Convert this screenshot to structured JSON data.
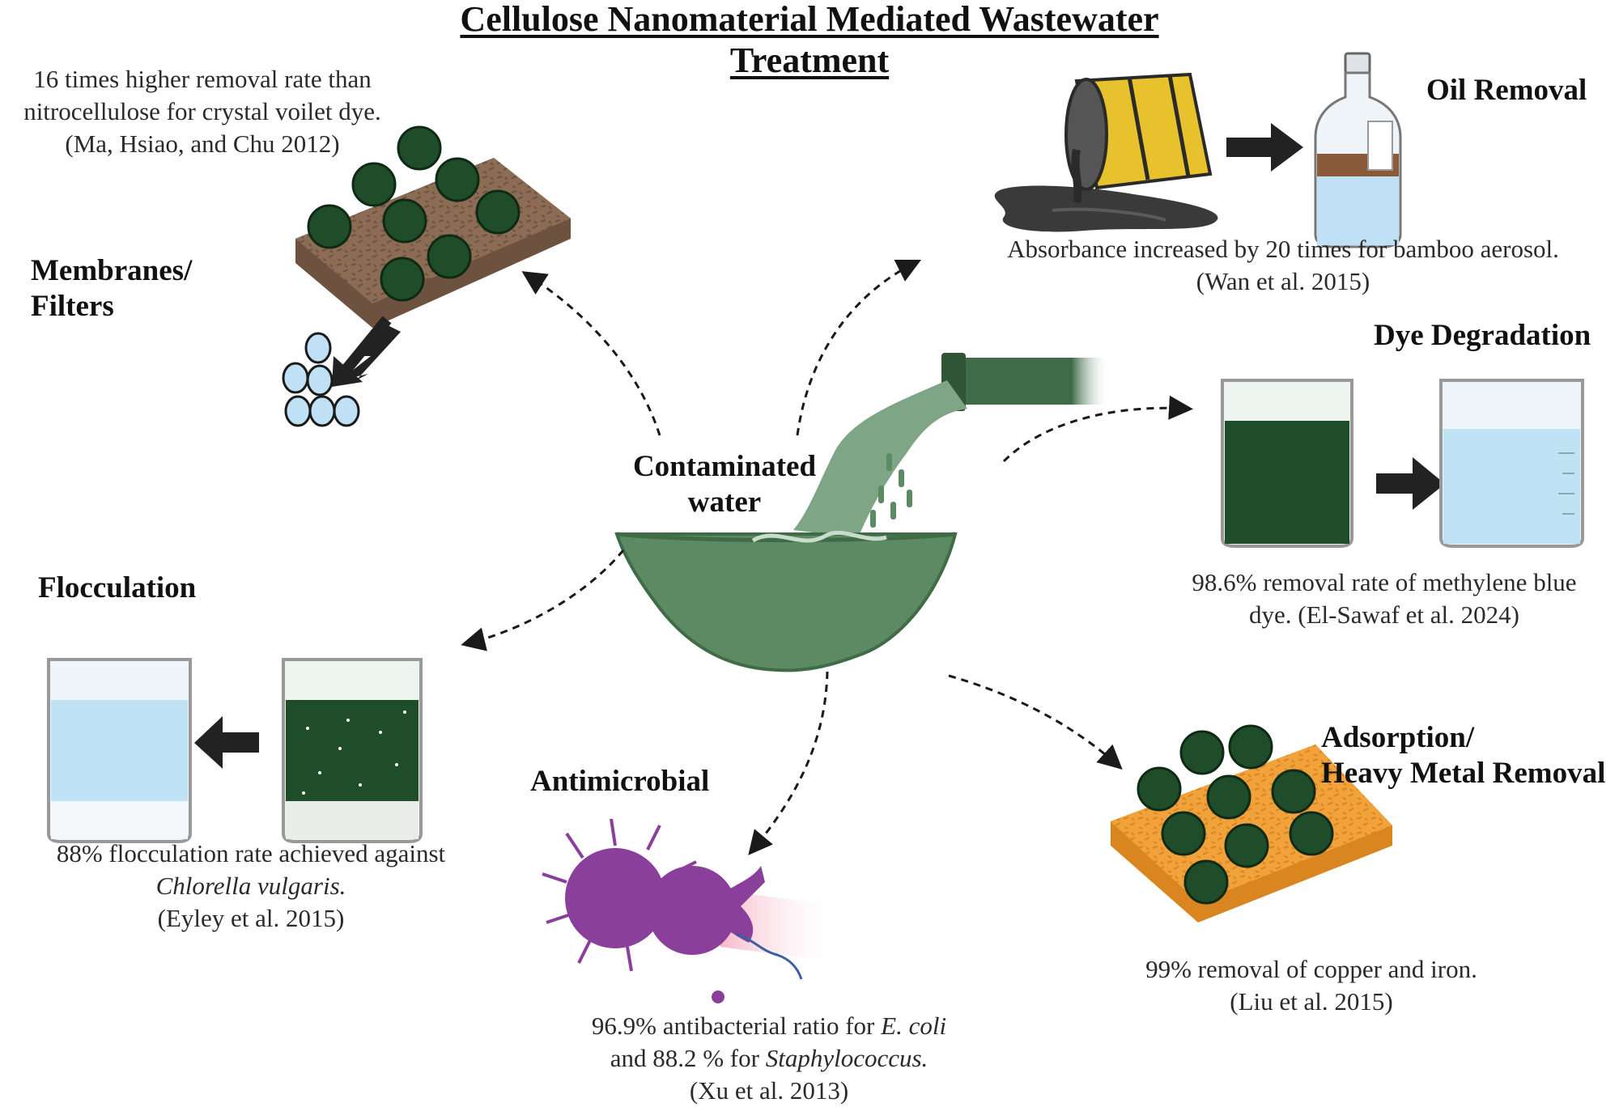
{
  "title": "Cellulose Nanomaterial Mediated Wastewater Treatment",
  "center": {
    "line1": "Contaminated",
    "line2": "water"
  },
  "membranes": {
    "label1": "Membranes/",
    "label2": "Filters",
    "note1": "16 times higher removal rate than",
    "note2": "nitrocellulose for crystal voilet dye.",
    "citation": "(Ma, Hsiao, and Chu 2012)"
  },
  "oil": {
    "label": "Oil Removal",
    "note": "Absorbance increased by 20 times for bamboo aerosol.",
    "citation": "(Wan et al. 2015)"
  },
  "dye": {
    "label": "Dye Degradation",
    "note1": "98.6% removal rate of methylene blue",
    "note2": "dye. (El-Sawaf et al. 2024)"
  },
  "flocculation": {
    "label": "Flocculation",
    "note1": "88% flocculation rate achieved against",
    "note2": "Chlorella vulgaris.",
    "citation": "(Eyley et al. 2015)"
  },
  "antimicrobial": {
    "label": "Antimicrobial",
    "note1a": "96.9% antibacterial ratio for ",
    "note1b": "E. coli",
    "note2a": "and 88.2 % for ",
    "note2b": "Staphylococcus.",
    "citation": "(Xu et al. 2013)"
  },
  "adsorption": {
    "label1": "Adsorption/",
    "label2": "Heavy Metal Removal",
    "note": "99% removal of copper and iron.",
    "citation": "(Liu et al. 2015)"
  },
  "colors": {
    "water_green": "#5b8a63",
    "dark_green": "#1f4d29",
    "brown": "#8a6a52",
    "orange": "#f2a23a",
    "purple": "#8a3f9a",
    "light_blue": "#cfe8f6",
    "barrel_yellow": "#e8c22c"
  }
}
